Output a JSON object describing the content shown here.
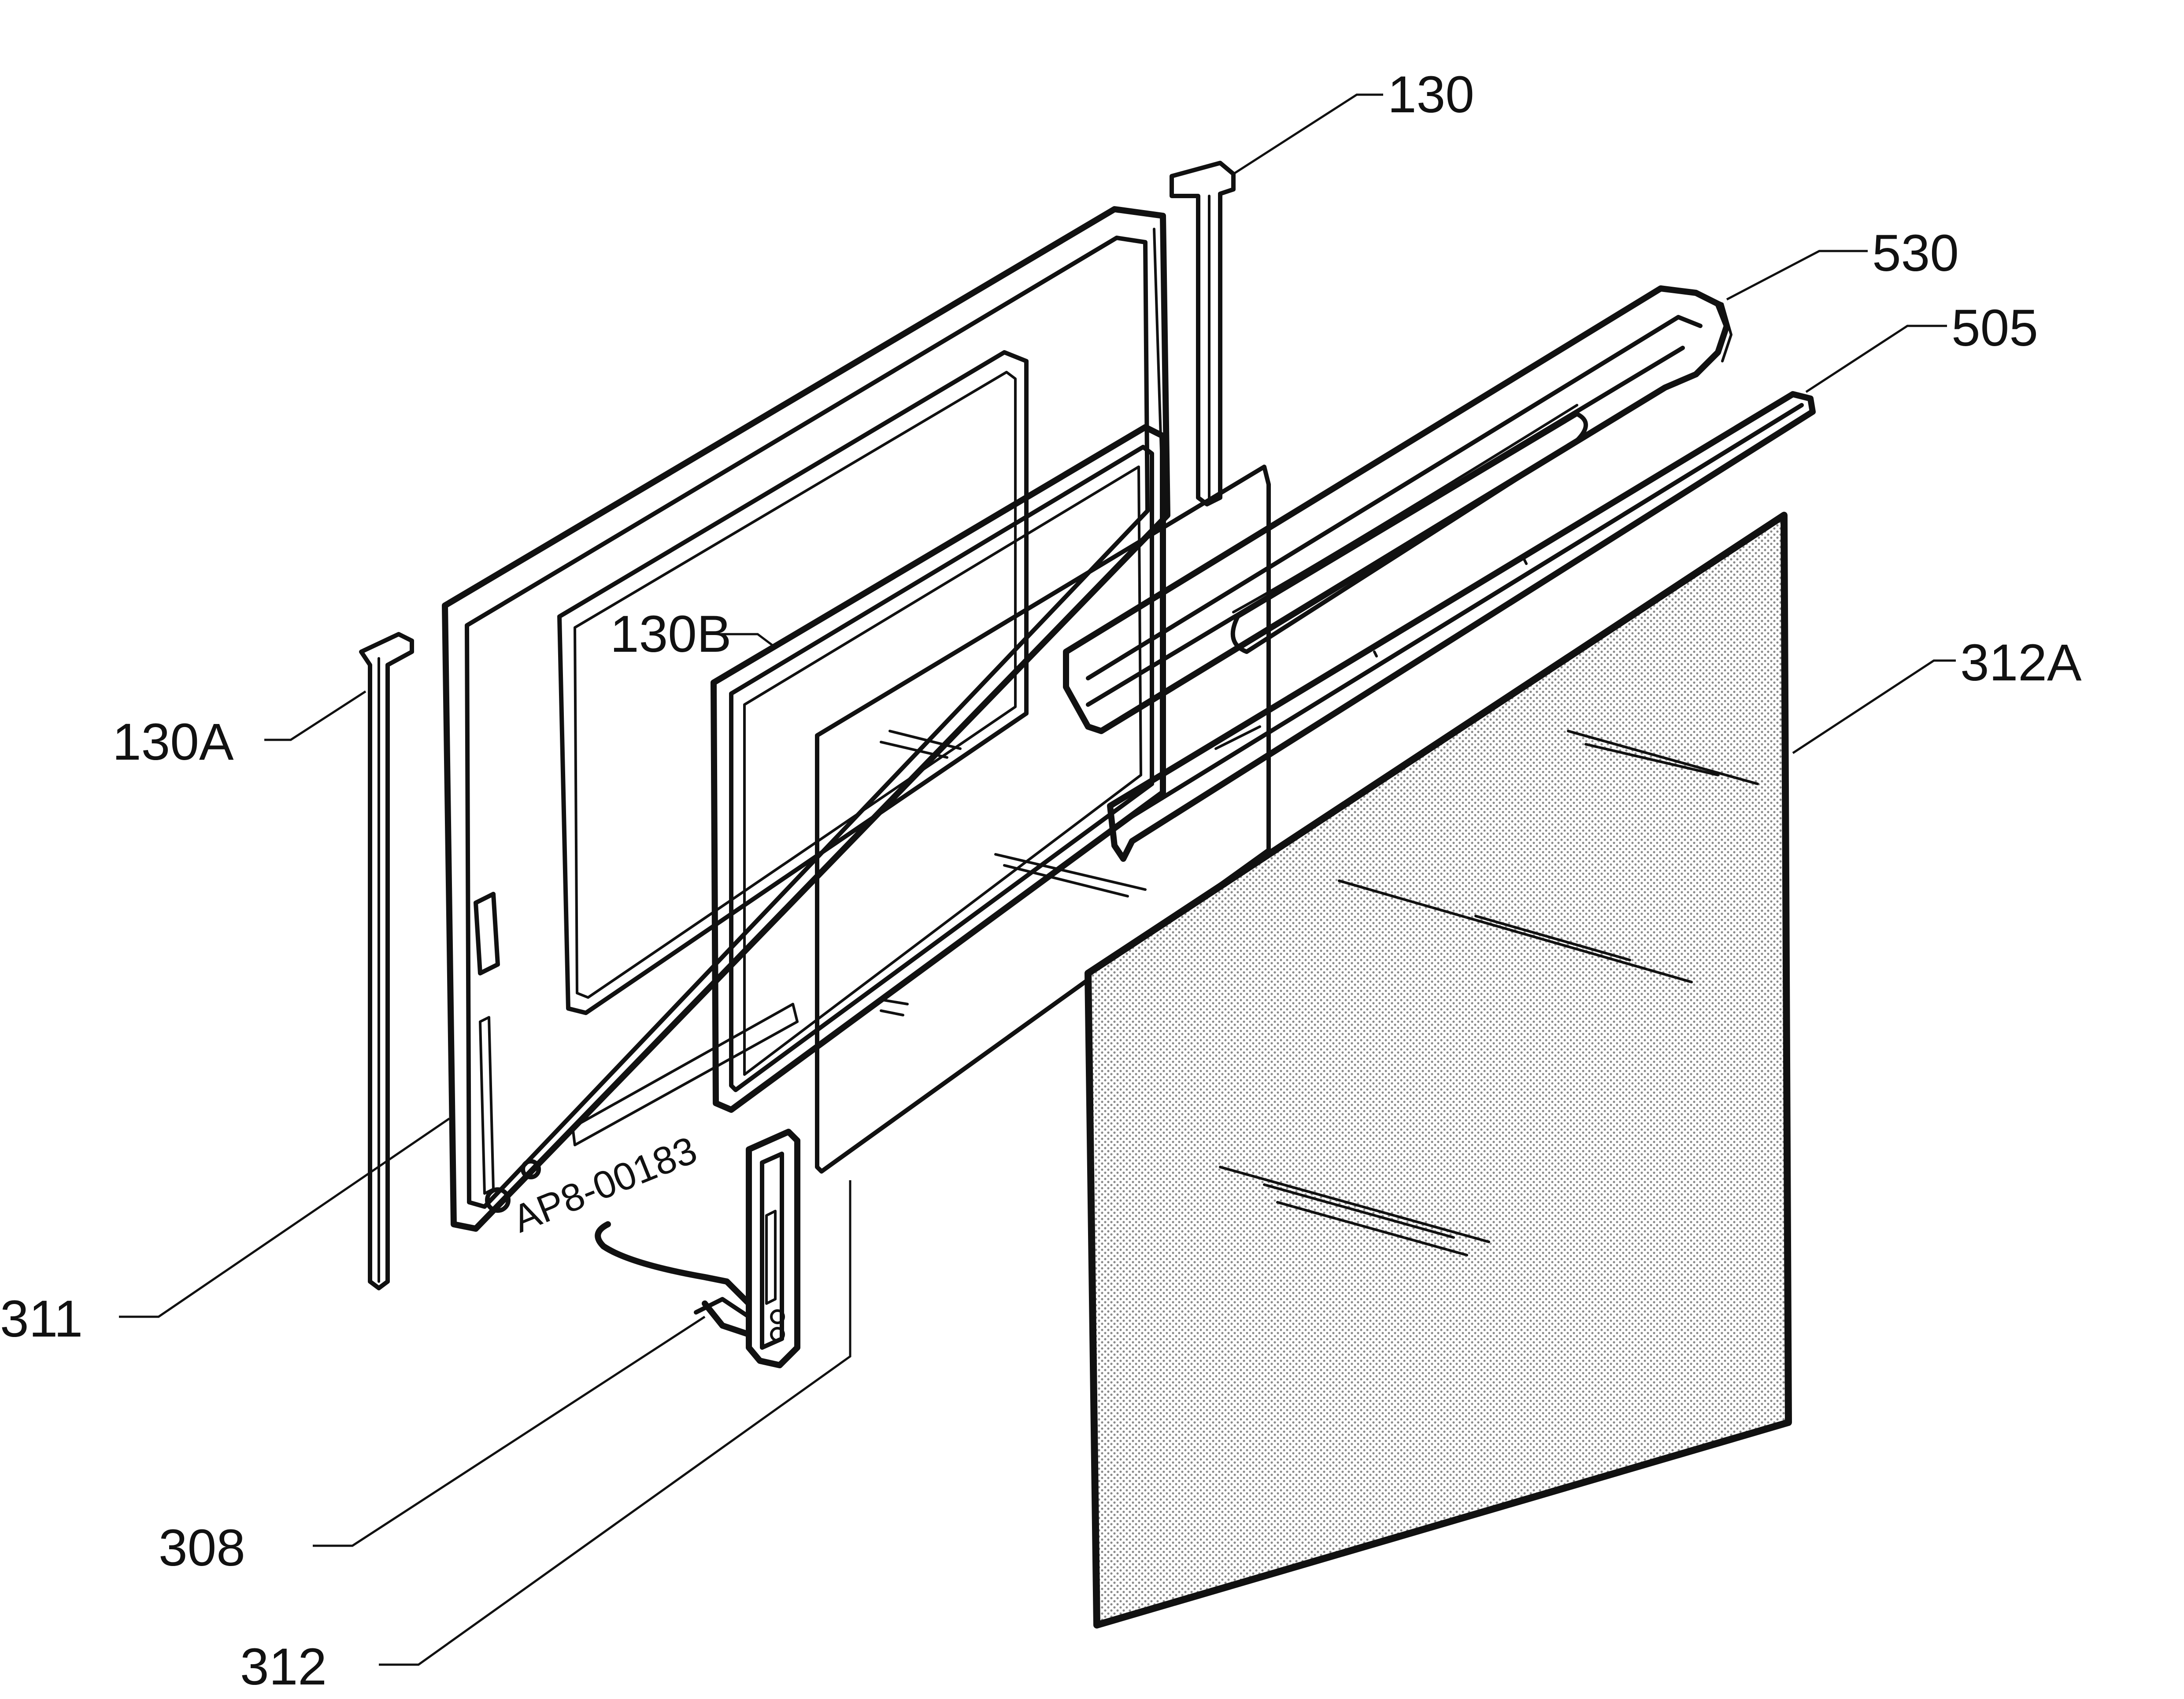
{
  "labels": {
    "p130": "130",
    "p530": "530",
    "p505": "505",
    "p130b": "130B",
    "p312a": "312A",
    "p130a": "130A",
    "p311": "311",
    "p308": "308",
    "p312": "312"
  },
  "drawing_code": "AP8-00183",
  "colors": {
    "line": "#111111",
    "background": "#ffffff",
    "glass_stipple": "#9a9a9a"
  }
}
